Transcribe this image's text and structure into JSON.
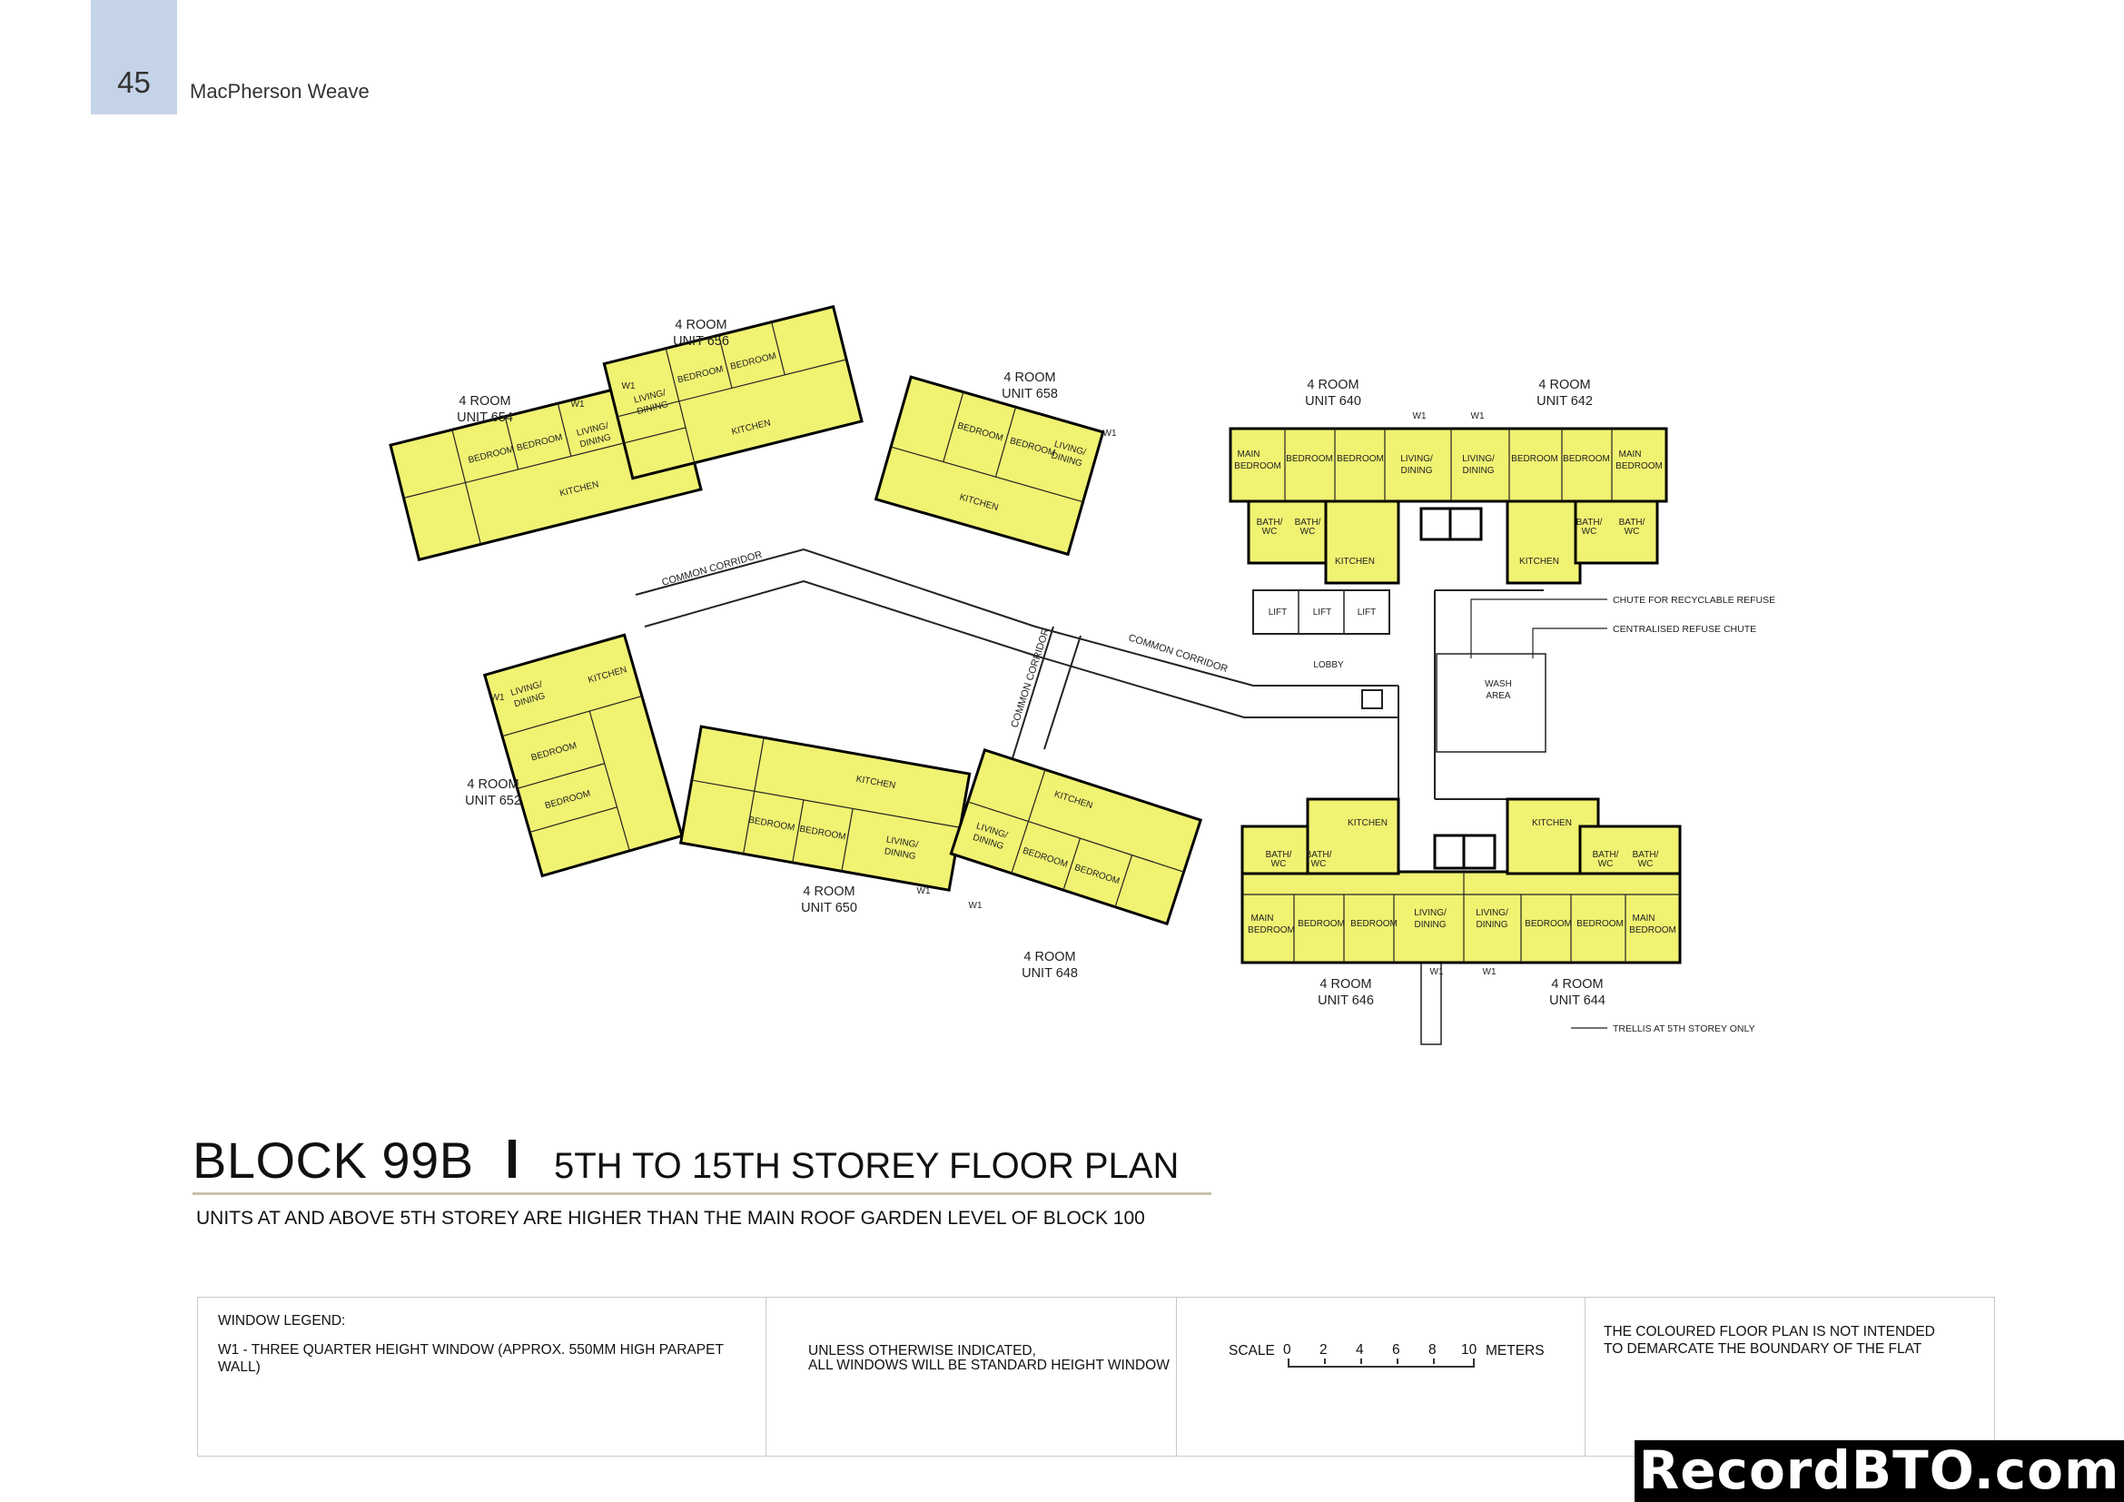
{
  "header": {
    "page_number": "45",
    "document_title": "MacPherson Weave"
  },
  "title": {
    "block": "BLOCK 99B",
    "plan": "5TH TO 15TH STOREY FLOOR PLAN",
    "subtitle": "UNITS AT AND ABOVE 5TH STOREY ARE HIGHER THAN THE MAIN ROOF GARDEN LEVEL OF BLOCK 100"
  },
  "legend": {
    "window_heading": "WINDOW LEGEND:",
    "window_w1": "W1 -  THREE QUARTER HEIGHT WINDOW (APPROX. 550MM HIGH PARAPET WALL)",
    "standard_line1": "UNLESS OTHERWISE INDICATED,",
    "standard_line2": "ALL WINDOWS WILL BE STANDARD HEIGHT WINDOW",
    "scale_label": "SCALE",
    "scale_ticks": [
      "0",
      "2",
      "4",
      "6",
      "8",
      "10"
    ],
    "scale_unit": "METERS",
    "disclaimer_line1": "THE COLOURED FLOOR PLAN IS NOT INTENDED",
    "disclaimer_line2": "TO DEMARCATE THE BOUNDARY OF THE FLAT"
  },
  "units": [
    {
      "type": "4 ROOM",
      "unit": "UNIT 656"
    },
    {
      "type": "4 ROOM",
      "unit": "UNIT 654"
    },
    {
      "type": "4 ROOM",
      "unit": "UNIT 658"
    },
    {
      "type": "4 ROOM",
      "unit": "UNIT 640"
    },
    {
      "type": "4 ROOM",
      "unit": "UNIT 642"
    },
    {
      "type": "4 ROOM",
      "unit": "UNIT 652"
    },
    {
      "type": "4 ROOM",
      "unit": "UNIT 650"
    },
    {
      "type": "4 ROOM",
      "unit": "UNIT 648"
    },
    {
      "type": "4 ROOM",
      "unit": "UNIT 646"
    },
    {
      "type": "4 ROOM",
      "unit": "UNIT 644"
    }
  ],
  "room_labels": {
    "main_bedroom_1": "MAIN",
    "main_bedroom_2": "BEDROOM",
    "bedroom": "BEDROOM",
    "living_1": "LIVING/",
    "living_2": "DINING",
    "kitchen": "KITCHEN",
    "bath_1": "BATH/",
    "bath_2": "WC",
    "window_w1": "W1",
    "lift": "LIFT",
    "lobby": "LOBBY",
    "wash_1": "WASH",
    "wash_2": "AREA"
  },
  "plan_labels": {
    "common_corridor": "COMMON CORRIDOR",
    "chute_recyclable": "CHUTE FOR RECYCLABLE REFUSE",
    "centralised_chute": "CENTRALISED REFUSE CHUTE",
    "trellis": "TRELLIS AT 5TH STOREY ONLY"
  },
  "colors": {
    "unit_fill": "#f0f272",
    "page_tab": "#c5d3e8",
    "wall": "#000000"
  },
  "watermark": "RecordBTO.com"
}
